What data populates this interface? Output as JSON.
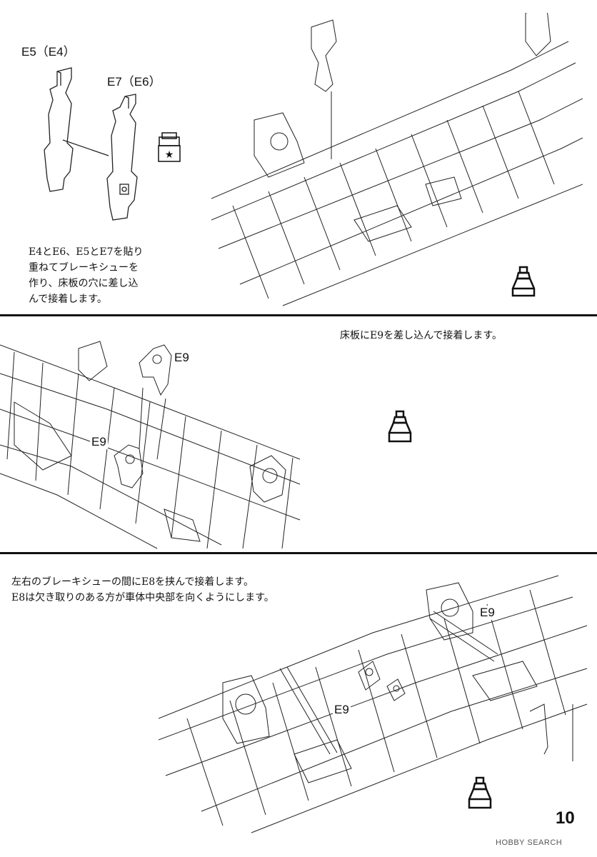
{
  "step1": {
    "label_e5": "E5（E4）",
    "label_e7": "E7（E6）",
    "instruction_lines": [
      "E4とE6、E5とE7を貼り",
      "重ねてブレーキシューを",
      "作り、床板の穴に差し込",
      "んで接着します。"
    ]
  },
  "step2": {
    "instruction": "床板にE9を差し込んで接着します。",
    "label_e9_top": "E9",
    "label_e9_mid": "E9"
  },
  "step3": {
    "instruction_lines": [
      "左右のブレーキシューの間にE8を挟んで接着します。",
      "E8は欠き取りのある方が車体中央部を向くようにします。"
    ],
    "label_e9_a": "E9",
    "label_e9_b": "E9"
  },
  "footer": {
    "page_number": "10",
    "watermark": "HOBBY SEARCH"
  },
  "icons": [
    "glue-bottle-icon",
    "star-bag-icon"
  ]
}
